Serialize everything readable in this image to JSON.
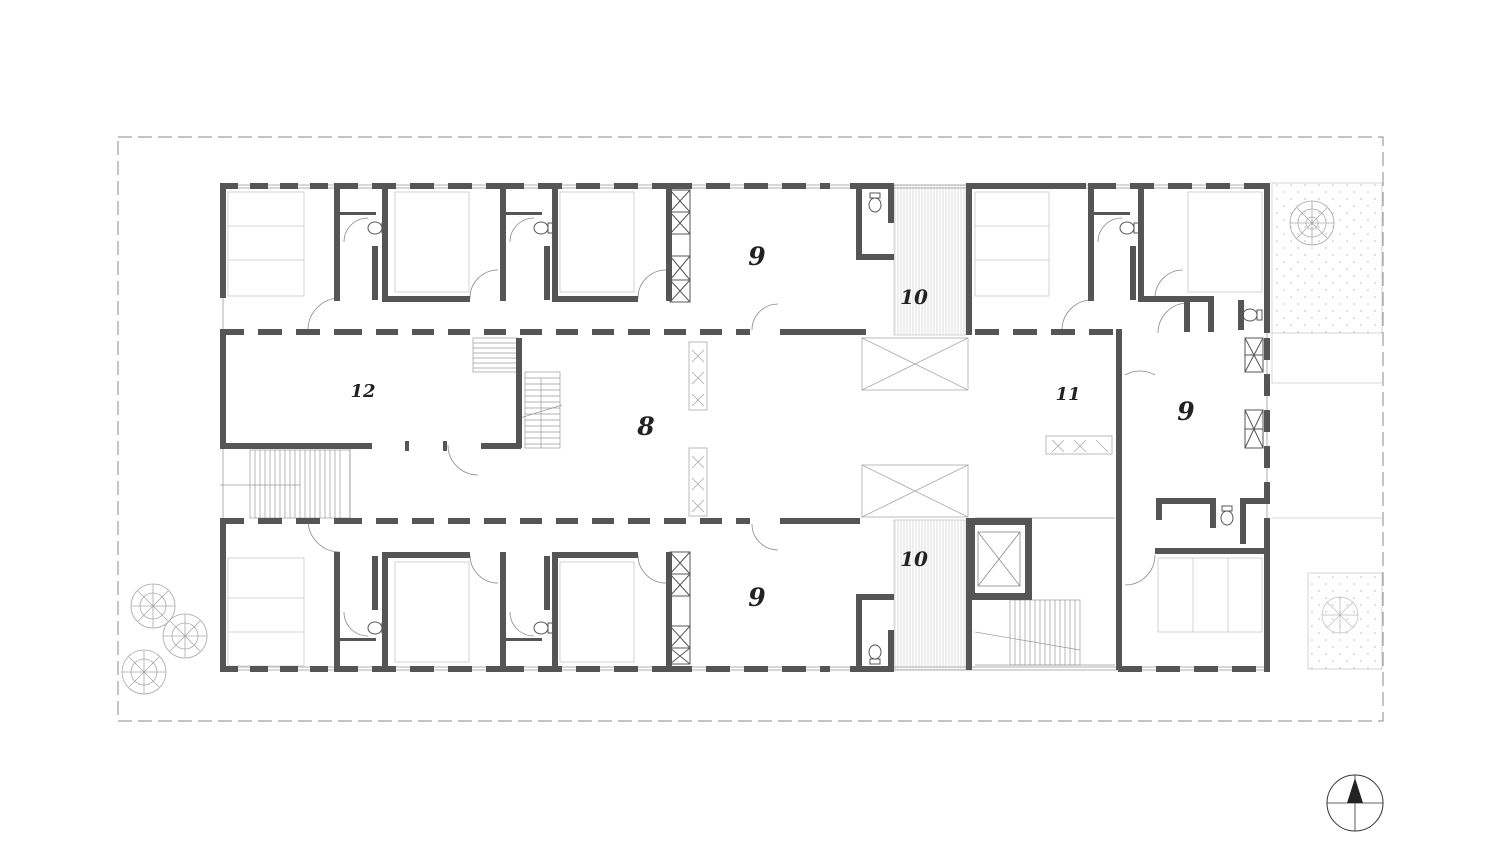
{
  "plan": {
    "rooms": [
      {
        "id": "room-9-top",
        "label": "9"
      },
      {
        "id": "room-10-top",
        "label": "10"
      },
      {
        "id": "room-12",
        "label": "12"
      },
      {
        "id": "room-8",
        "label": "8"
      },
      {
        "id": "room-11",
        "label": "11"
      },
      {
        "id": "room-9-right",
        "label": "9"
      },
      {
        "id": "room-10-bottom",
        "label": "10"
      },
      {
        "id": "room-9-bottom",
        "label": "9"
      }
    ]
  },
  "colors": {
    "wall": "#555555",
    "line": "#999999",
    "fine": "#bbbbbb",
    "background": "#ffffff"
  },
  "icons": [
    "toilet-icon",
    "tree-icon",
    "north-arrow-icon",
    "stair-icon",
    "elevator-icon"
  ]
}
